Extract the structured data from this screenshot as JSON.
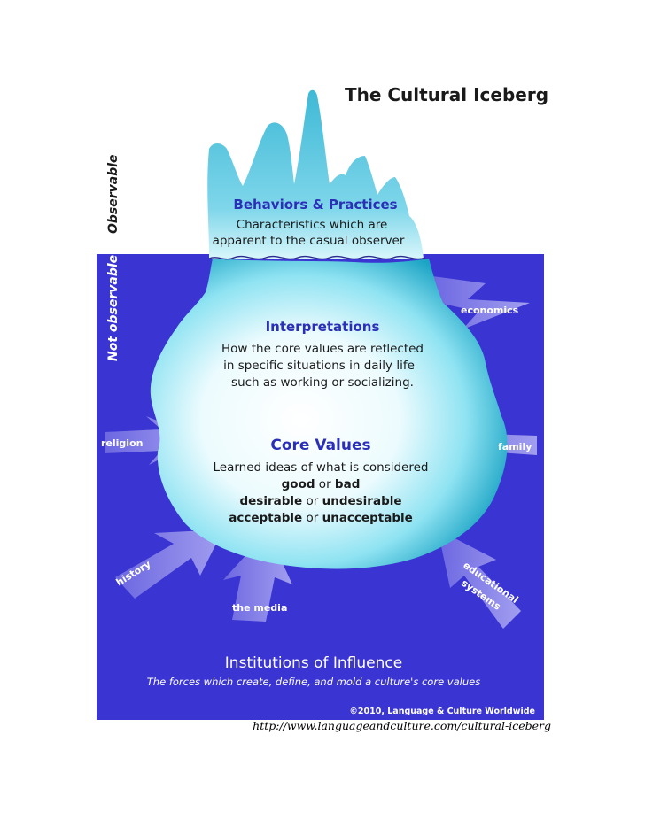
{
  "title": "The Cultural Iceberg",
  "side_labels": {
    "observable": "Observable",
    "not_observable": "Not observable"
  },
  "behaviors": {
    "heading": "Behaviors & Practices",
    "line1": "Characteristics which are",
    "line2": "apparent to the casual observer"
  },
  "interpretations": {
    "heading": "Interpretations",
    "line1": "How the core values are reflected",
    "line2": "in specific situations in daily life",
    "line3": "such as working or socializing."
  },
  "core_values": {
    "heading": "Core Values",
    "line1": "Learned ideas of what is considered",
    "good": "good",
    "or1": " or ",
    "bad": "bad",
    "desirable": "desirable",
    "or2": " or ",
    "undesirable": "undesirable",
    "acceptable": "acceptable",
    "or3": " or ",
    "unacceptable": "unacceptable"
  },
  "forces": {
    "economics": "economics",
    "religion": "religion",
    "family": "family",
    "history": "history",
    "the_media": "the media",
    "educational_1": "educational",
    "educational_2": "systems"
  },
  "institutions": {
    "heading": "Institutions of Influence",
    "subtitle": "The forces which create, define, and mold a culture's core values"
  },
  "copyright": "©2010, Language & Culture Worldwide",
  "source_url": "http://www.languageandculture.com/cultural-iceberg",
  "colors": {
    "water": "#3a34d2",
    "ice_edge": "#1aa3c4",
    "ice_mid": "#8fe3f2",
    "heading_blue": "#2b2fb8",
    "force_arrow": "#8a85ea"
  }
}
